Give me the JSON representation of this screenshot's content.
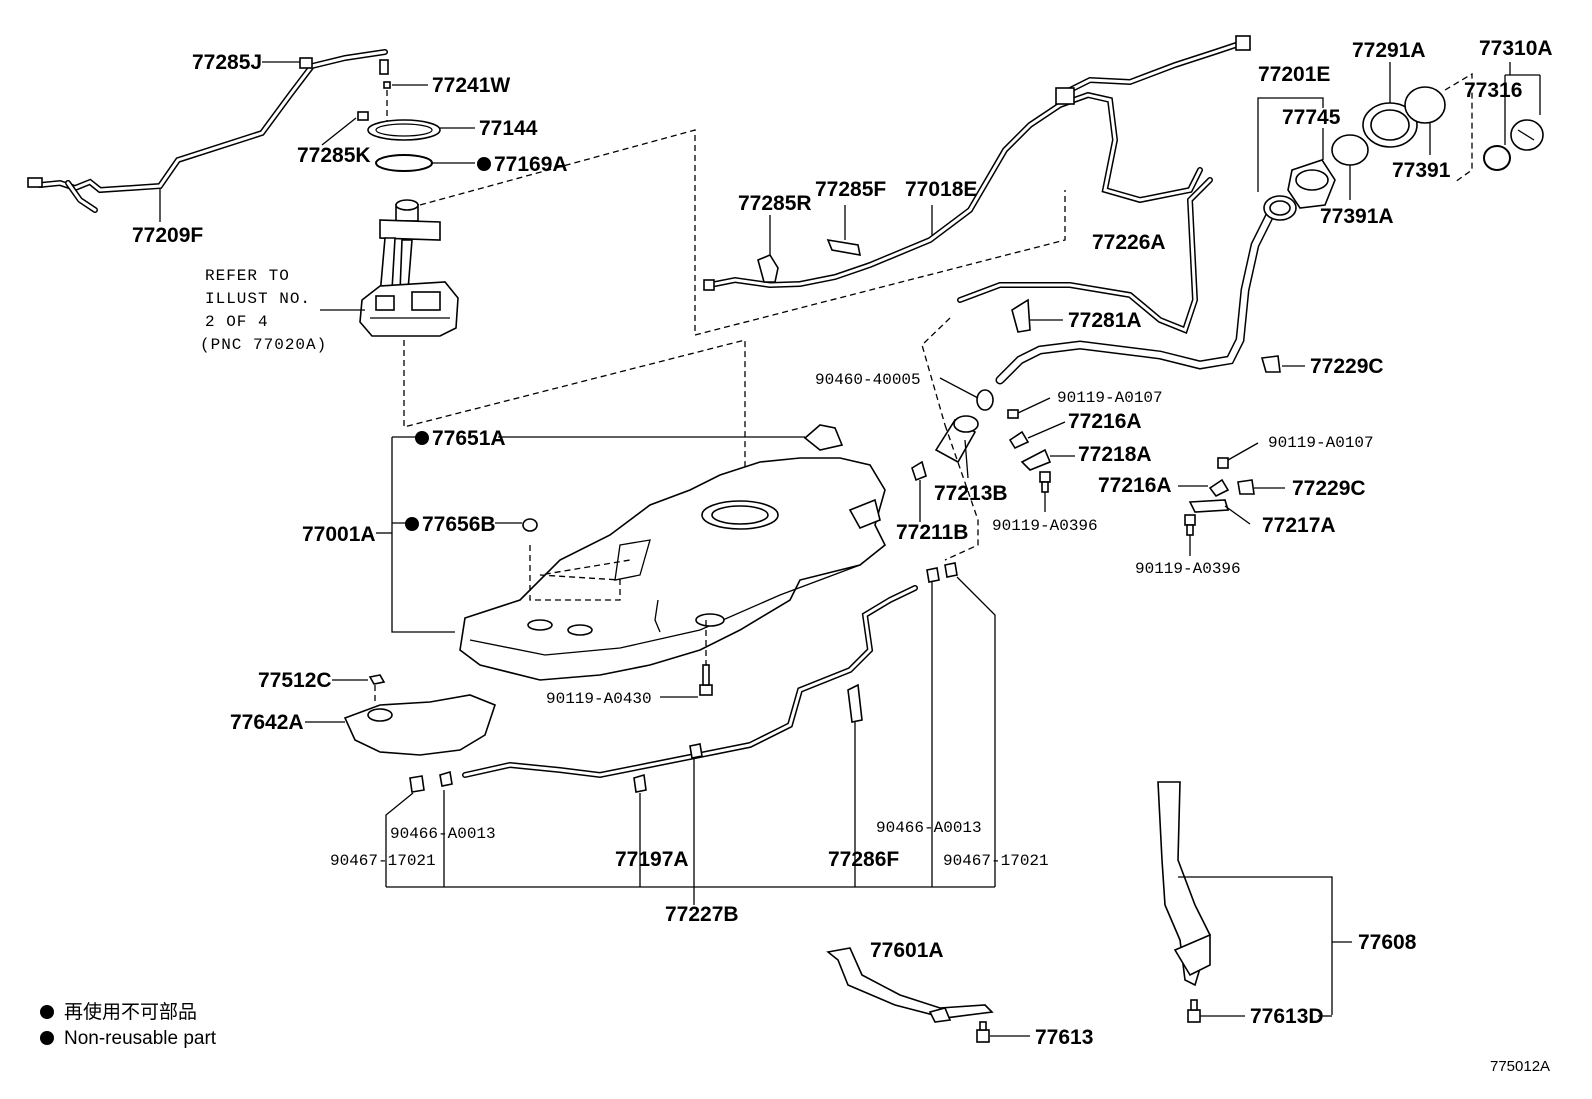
{
  "figure_id": "775012A",
  "refer_note": [
    "REFER TO",
    "ILLUST NO.",
    "2 OF 4",
    "(PNC 77020A)"
  ],
  "legend": {
    "jp": "再使用不可部品",
    "en": "Non-reusable part"
  },
  "parts": {
    "p77285J": "77285J",
    "p77241W": "77241W",
    "p77144": "77144",
    "p77285K": "77285K",
    "p77169A": "77169A",
    "p77209F": "77209F",
    "p77285R": "77285R",
    "p77285F": "77285F",
    "p77018E": "77018E",
    "p77201E": "77201E",
    "p77745": "77745",
    "p77291A": "77291A",
    "p77310A": "77310A",
    "p77316": "77316",
    "p77391": "77391",
    "p77391A": "77391A",
    "p77226A": "77226A",
    "p77281A": "77281A",
    "p77229C_1": "77229C",
    "p90460_40005": "90460-40005",
    "p90119_A0107_1": "90119-A0107",
    "p77216A_1": "77216A",
    "p77218A": "77218A",
    "p90119_A0107_2": "90119-A0107",
    "p77216A_2": "77216A",
    "p77229C_2": "77229C",
    "p77213B": "77213B",
    "p90119_A0396_1": "90119-A0396",
    "p77217A": "77217A",
    "p90119_A0396_2": "90119-A0396",
    "p77211B": "77211B",
    "p77651A": "77651A",
    "p77656B": "77656B",
    "p77001A": "77001A",
    "p77512C": "77512C",
    "p77642A": "77642A",
    "p90119_A0430": "90119-A0430",
    "p90466_A0013_1": "90466-A0013",
    "p90467_17021_1": "90467-17021",
    "p77197A": "77197A",
    "p77286F": "77286F",
    "p90466_A0013_2": "90466-A0013",
    "p90467_17021_2": "90467-17021",
    "p77227B": "77227B",
    "p77601A": "77601A",
    "p77613": "77613",
    "p77608": "77608",
    "p77613D": "77613D"
  }
}
